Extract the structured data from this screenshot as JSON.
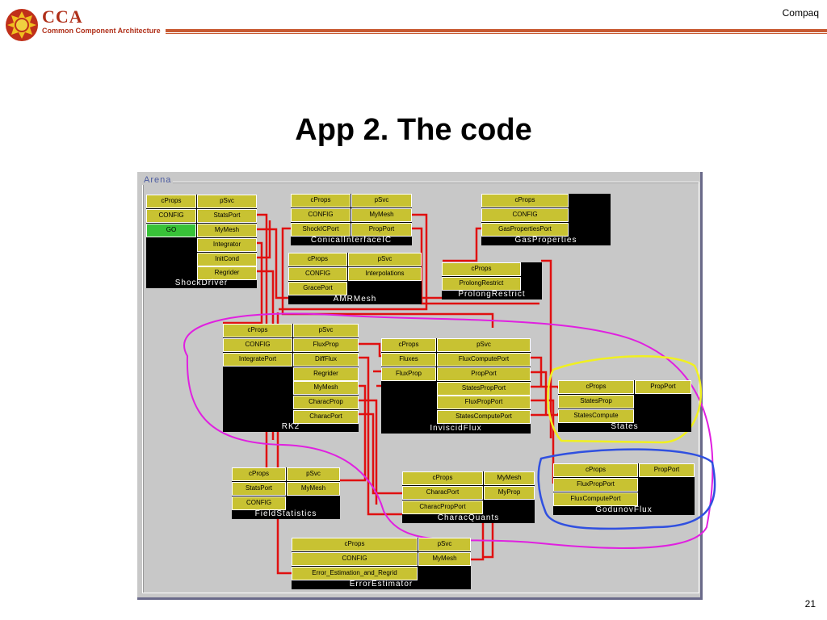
{
  "header": {
    "brand": "CCA",
    "brand_sub": "Common Component Architecture",
    "company": "Compaq"
  },
  "slide": {
    "title": "App 2. The code",
    "page": "21"
  },
  "arena": {
    "label": "Arena"
  },
  "colors": {
    "port": "#c8c232",
    "go": "#38c238",
    "wire": "#e01010",
    "magenta": "#e020e0",
    "yellow": "#f0f020",
    "blue": "#3050e0"
  },
  "components": [
    {
      "name": "ShockDriver",
      "ports": [
        "cProps",
        "pSvc",
        "CONFIG",
        "StatsPort",
        "GO",
        "MyMesh",
        "Integrator",
        "InitCond",
        "Regrider"
      ]
    },
    {
      "name": "ConicalInterfaceIC",
      "ports": [
        "cProps",
        "pSvc",
        "CONFIG",
        "MyMesh",
        "ShockICPort",
        "PropPort"
      ]
    },
    {
      "name": "GasProperties",
      "ports": [
        "cProps",
        "CONFIG",
        "GasPropertiesPort"
      ]
    },
    {
      "name": "AMRMesh",
      "ports": [
        "cProps",
        "pSvc",
        "CONFIG",
        "Interpolations",
        "GracePort"
      ]
    },
    {
      "name": "ProlongRestrict",
      "ports": [
        "cProps",
        "ProlongRestrict"
      ]
    },
    {
      "name": "RK2",
      "ports": [
        "cProps",
        "pSvc",
        "CONFIG",
        "FluxProp",
        "IntegratePort",
        "DiffFlux",
        "Regrider",
        "MyMesh",
        "CharacProp",
        "CharacPort"
      ]
    },
    {
      "name": "InviscidFlux",
      "ports": [
        "cProps",
        "pSvc",
        "Fluxes",
        "FluxComputePort",
        "FluxProp",
        "PropPort",
        "StatesPropPort",
        "FluxPropPort",
        "StatesComputePort"
      ]
    },
    {
      "name": "States",
      "ports": [
        "cProps",
        "PropPort",
        "StatesProp",
        "StatesCompute"
      ]
    },
    {
      "name": "GodunovFlux",
      "ports": [
        "cProps",
        "PropPort",
        "FluxPropPort",
        "FluxComputePort"
      ]
    },
    {
      "name": "FieldStatistics",
      "ports": [
        "cProps",
        "pSvc",
        "StatsPort",
        "MyMesh",
        "CONFIG"
      ]
    },
    {
      "name": "CharacQuants",
      "ports": [
        "cProps",
        "MyMesh",
        "CharacPort",
        "MyProp",
        "CharacPropPort"
      ]
    },
    {
      "name": "ErrorEstimator",
      "ports": [
        "cProps",
        "pSvc",
        "CONFIG",
        "MyMesh",
        "Error_Estimation_and_Regrid"
      ]
    }
  ]
}
